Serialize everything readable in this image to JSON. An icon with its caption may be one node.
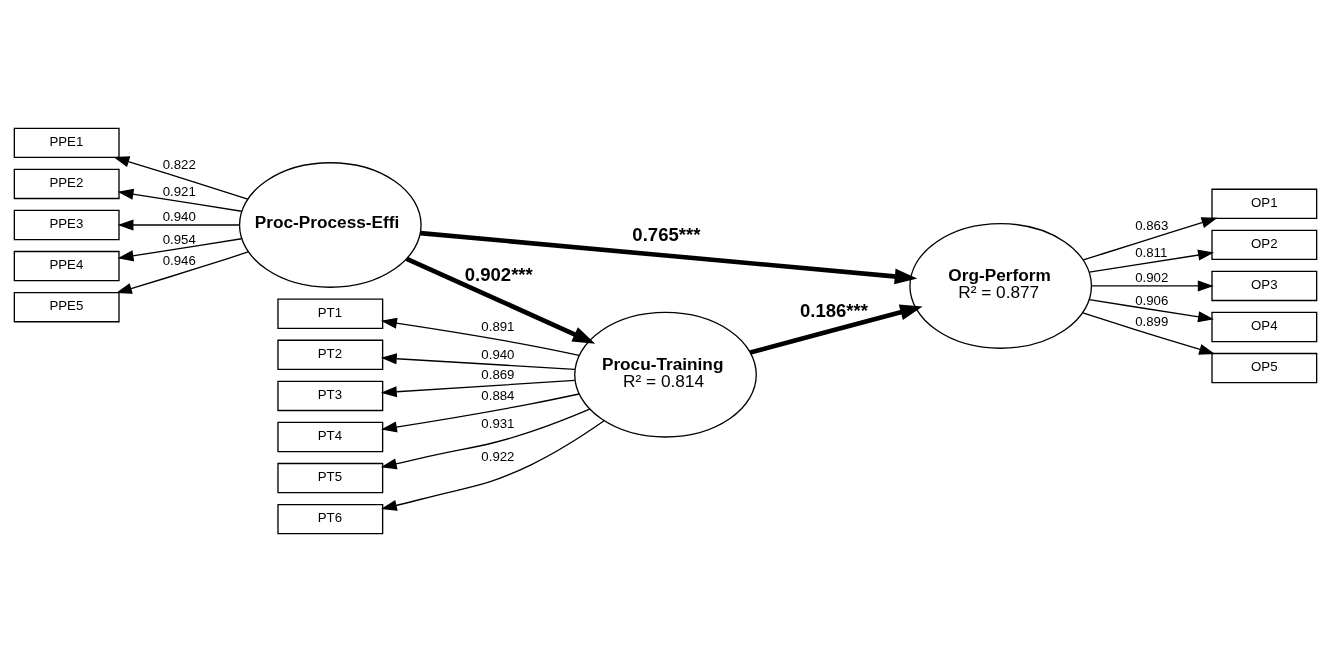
{
  "diagram": {
    "nodes": [
      {
        "text": [
          "Procu-Training",
          "R² = 0.814"
        ]
      },
      {
        "text": [
          "PT1"
        ]
      },
      {
        "text": [
          "PT2"
        ]
      },
      {
        "text": [
          "PT3"
        ]
      },
      {
        "text": [
          "PT4"
        ]
      },
      {
        "text": [
          "PT5"
        ]
      },
      {
        "text": [
          "PT6"
        ]
      },
      {
        "text": [
          "Proc-Process-Effi"
        ]
      },
      {
        "text": [
          "PPE1"
        ]
      },
      {
        "text": [
          "PPE2"
        ]
      },
      {
        "text": [
          "PPE3"
        ]
      },
      {
        "text": [
          "PPE4"
        ]
      },
      {
        "text": [
          "PPE5"
        ]
      },
      {
        "text": [
          "Org-Perform",
          "R² = 0.877"
        ]
      },
      {
        "text": [
          "OP1"
        ]
      },
      {
        "text": [
          "OP2"
        ]
      },
      {
        "text": [
          "OP3"
        ]
      },
      {
        "text": [
          "OP4"
        ]
      },
      {
        "text": [
          "OP5"
        ]
      }
    ],
    "edges": [
      {
        "from": 0,
        "to": 1,
        "arrow": "to",
        "label": "0.891"
      },
      {
        "from": 0,
        "to": 2,
        "arrow": "to",
        "label": "0.940"
      },
      {
        "from": 0,
        "to": 3,
        "arrow": "to",
        "label": "0.869"
      },
      {
        "from": 0,
        "to": 4,
        "arrow": "to",
        "label": "0.884"
      },
      {
        "from": 0,
        "to": 5,
        "arrow": "to",
        "label": "0.931"
      },
      {
        "from": 0,
        "to": 6,
        "arrow": "to",
        "label": "0.922"
      },
      {
        "from": 7,
        "to": 8,
        "arrow": "to",
        "label": "0.822"
      },
      {
        "from": 7,
        "to": 9,
        "arrow": "to",
        "label": "0.921"
      },
      {
        "from": 7,
        "to": 10,
        "arrow": "to",
        "label": "0.940"
      },
      {
        "from": 7,
        "to": 11,
        "arrow": "to",
        "label": "0.954"
      },
      {
        "from": 7,
        "to": 12,
        "arrow": "to",
        "label": "0.946"
      },
      {
        "from": 13,
        "to": 14,
        "arrow": "to",
        "label": "0.863"
      },
      {
        "from": 13,
        "to": 15,
        "arrow": "to",
        "label": "0.811"
      },
      {
        "from": 13,
        "to": 16,
        "arrow": "to",
        "label": "0.902"
      },
      {
        "from": 13,
        "to": 17,
        "arrow": "to",
        "label": "0.906"
      },
      {
        "from": 13,
        "to": 18,
        "arrow": "to",
        "label": "0.899"
      },
      {
        "from": 7,
        "to": 0,
        "arrow": "to",
        "label": "0.902***",
        "style": "thick"
      },
      {
        "from": 0,
        "to": 13,
        "arrow": "to",
        "label": "0.186***",
        "style": "thick"
      },
      {
        "from": 7,
        "to": 13,
        "arrow": "to",
        "label": "0.765***",
        "style": "thick"
      }
    ]
  }
}
